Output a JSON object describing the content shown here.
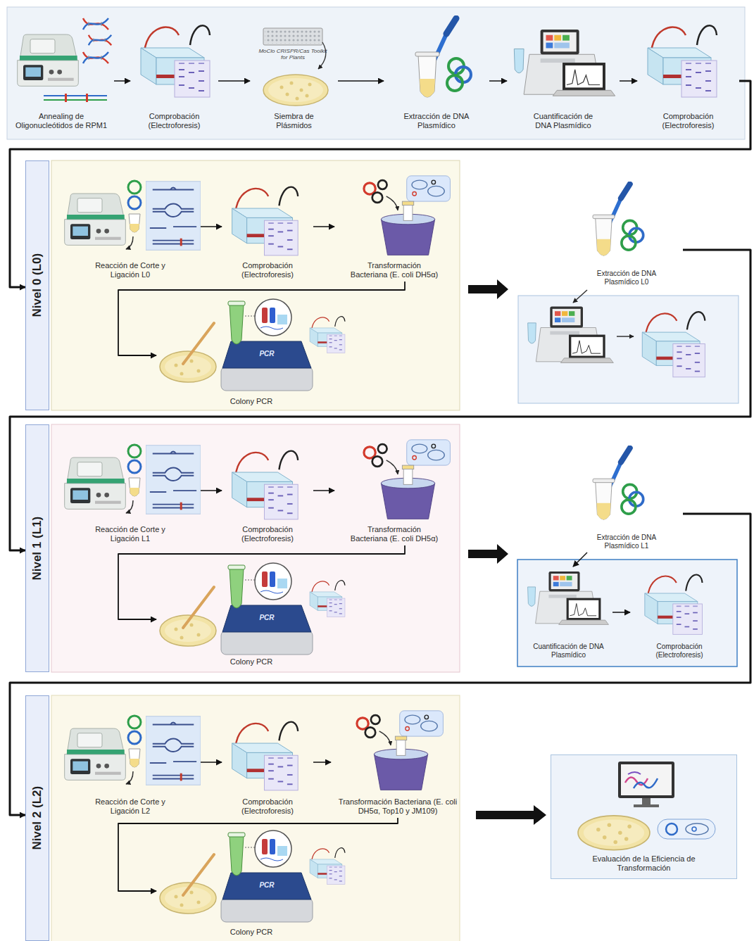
{
  "diagram": {
    "nodes": [
      {
        "text": [
          "Annealing de Oligonucleótidos de RPM1"
        ]
      },
      {
        "text": [
          "Comprobación (Electroforesis)"
        ]
      },
      {
        "text": [
          "Siembra de Plásmidos"
        ]
      },
      {
        "text": [
          "Extracción de DNA Plasmídico"
        ]
      },
      {
        "text": [
          "Cuantificación de DNA Plasmídico"
        ]
      },
      {
        "text": [
          "Comprobación (Electroforesis)"
        ]
      },
      {
        "text": [
          "Nivel 0 (L0)"
        ]
      },
      {
        "text": [
          "Reacción de Corte y Ligación L0"
        ]
      },
      {
        "text": [
          "Comprobación (Electroforesis)"
        ]
      },
      {
        "text": [
          "Transformación Bacteriana (E. coli DH5α)"
        ]
      },
      {
        "text": [
          "Colony PCR"
        ]
      },
      {
        "text": [
          "Extracción de DNA Plasmídico L0"
        ]
      },
      {
        "text": [
          "Nivel 1 (L1)"
        ]
      },
      {
        "text": [
          "Reacción de Corte y Ligación L1"
        ]
      },
      {
        "text": [
          "Comprobación (Electroforesis)"
        ]
      },
      {
        "text": [
          "Transformación Bacteriana (E. coli DH5α)"
        ]
      },
      {
        "text": [
          "Colony PCR"
        ]
      },
      {
        "text": [
          "Extracción de DNA Plasmídico L1"
        ]
      },
      {
        "text": [
          "Cuantificación de DNA Plasmídico"
        ]
      },
      {
        "text": [
          "Comprobación (Electroforesis)"
        ]
      },
      {
        "text": [
          "Nivel 2 (L2)"
        ]
      },
      {
        "text": [
          "Reacción de Corte y Ligación L2"
        ]
      },
      {
        "text": [
          "Comprobación (Electroforesis)"
        ]
      },
      {
        "text": [
          "Transformación Bacteriana (E. coli DH5α, Top10 y JM109)"
        ]
      },
      {
        "text": [
          "Colony PCR"
        ]
      },
      {
        "text": [
          "Evaluación de la Eficiencia de Transformación"
        ]
      }
    ],
    "edges": [
      {
        "from": 0,
        "to": 1,
        "arrow": "to"
      },
      {
        "from": 1,
        "to": 2,
        "arrow": "to"
      },
      {
        "from": 2,
        "to": 3,
        "arrow": "to"
      },
      {
        "from": 3,
        "to": 4,
        "arrow": "to"
      },
      {
        "from": 4,
        "to": 5,
        "arrow": "to"
      },
      {
        "from": 5,
        "to": 6,
        "arrow": "to"
      },
      {
        "from": 7,
        "to": 8,
        "arrow": "to"
      },
      {
        "from": 8,
        "to": 9,
        "arrow": "to"
      },
      {
        "from": 9,
        "to": 10,
        "arrow": "to"
      },
      {
        "from": 11,
        "to": 12,
        "arrow": "to"
      },
      {
        "from": 13,
        "to": 14,
        "arrow": "to"
      },
      {
        "from": 14,
        "to": 15,
        "arrow": "to"
      },
      {
        "from": 15,
        "to": 16,
        "arrow": "to"
      },
      {
        "from": 17,
        "to": 18,
        "arrow": "to"
      },
      {
        "from": 18,
        "to": 19,
        "arrow": "to"
      },
      {
        "from": 17,
        "to": 20,
        "arrow": "to"
      },
      {
        "from": 21,
        "to": 22,
        "arrow": "to"
      },
      {
        "from": 22,
        "to": 23,
        "arrow": "to"
      },
      {
        "from": 23,
        "to": 24,
        "arrow": "to"
      }
    ],
    "labels": [
      "MoClo CRISPR/Cas Toolkit for Plants",
      "PCR",
      "PCR",
      "PCR"
    ]
  }
}
